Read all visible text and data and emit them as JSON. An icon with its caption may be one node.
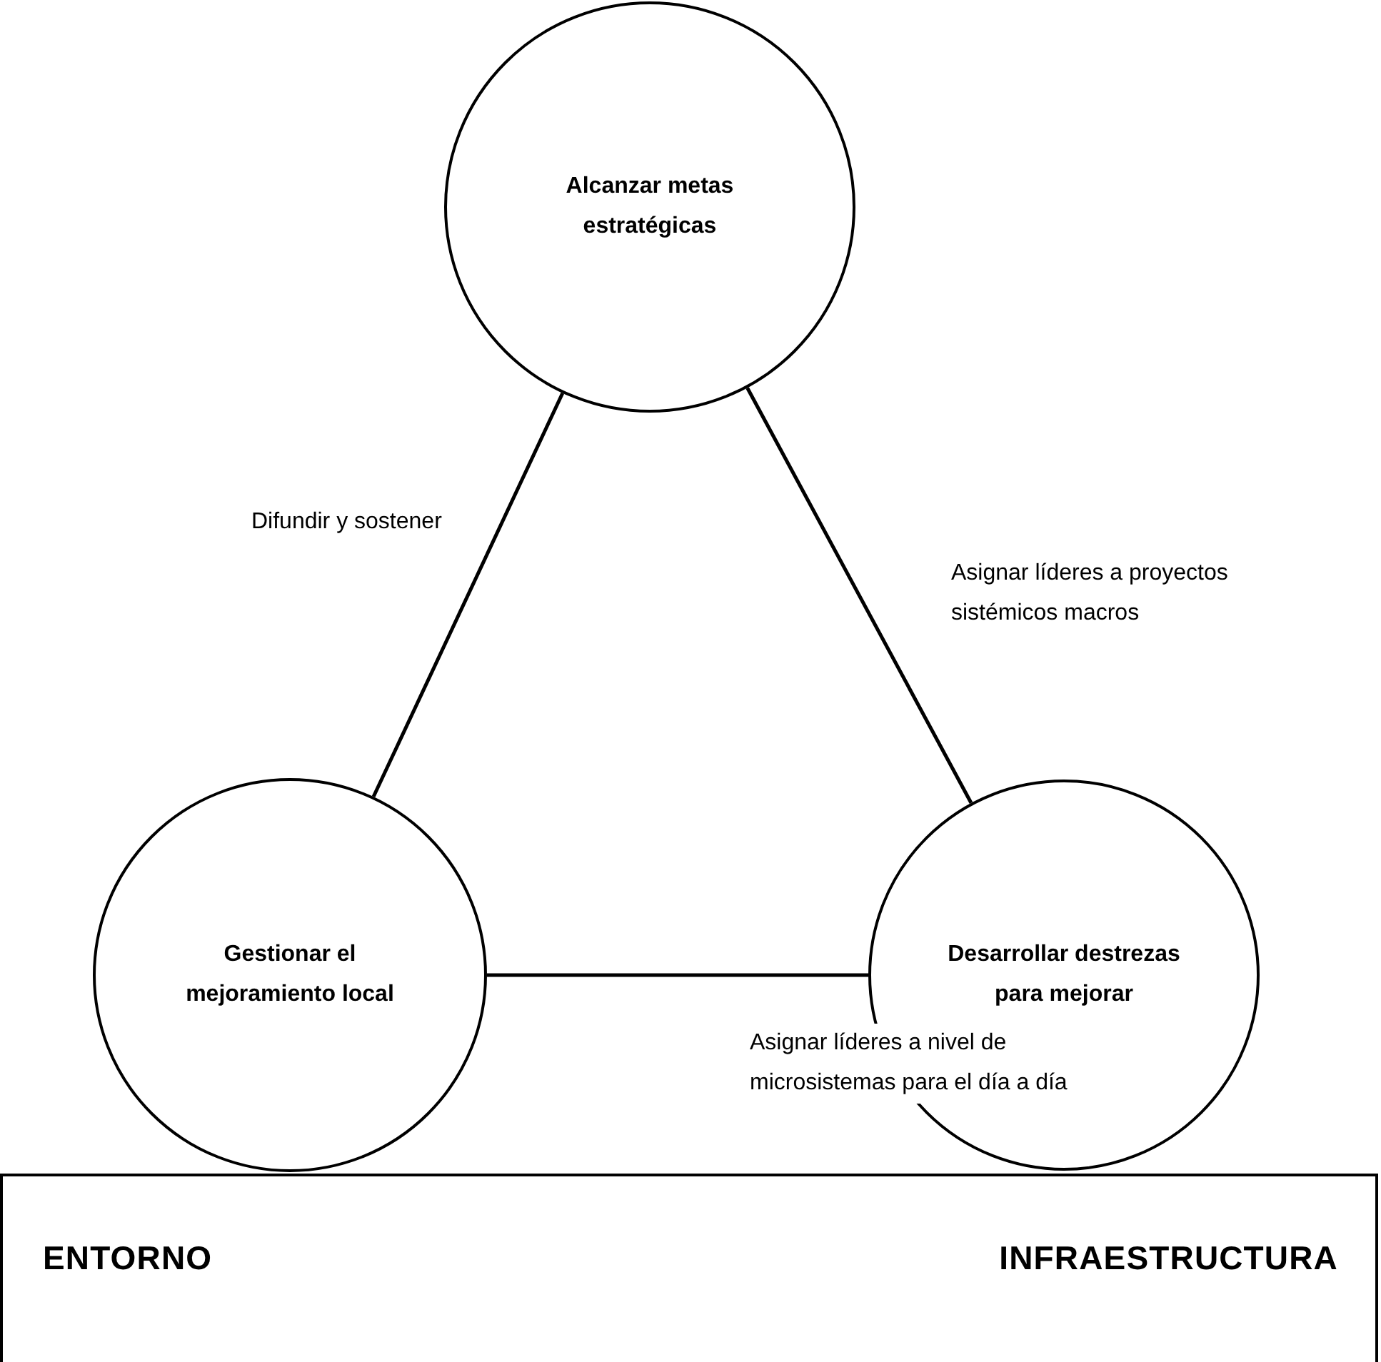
{
  "diagram": {
    "nodes": [
      {
        "text": [
          "Alcanzar metas estratégicas"
        ]
      },
      {
        "text": [
          "Gestionar el mejoramiento local"
        ]
      },
      {
        "text": [
          "Desarrollar destrezas para mejorar"
        ]
      },
      {
        "text": [
          "ENTORNO",
          "INFRAESTRUCTURA"
        ]
      }
    ],
    "edges": [
      {
        "from": 0,
        "to": 1,
        "arrow": "none",
        "label": "Difundir y sostener"
      },
      {
        "from": 0,
        "to": 2,
        "arrow": "none",
        "label": "Asignar líderes a proyectos sistémicos macros"
      },
      {
        "from": 1,
        "to": 2,
        "arrow": "none",
        "label": "Asignar líderes a nivel de microsistemas para el día a día"
      }
    ]
  }
}
